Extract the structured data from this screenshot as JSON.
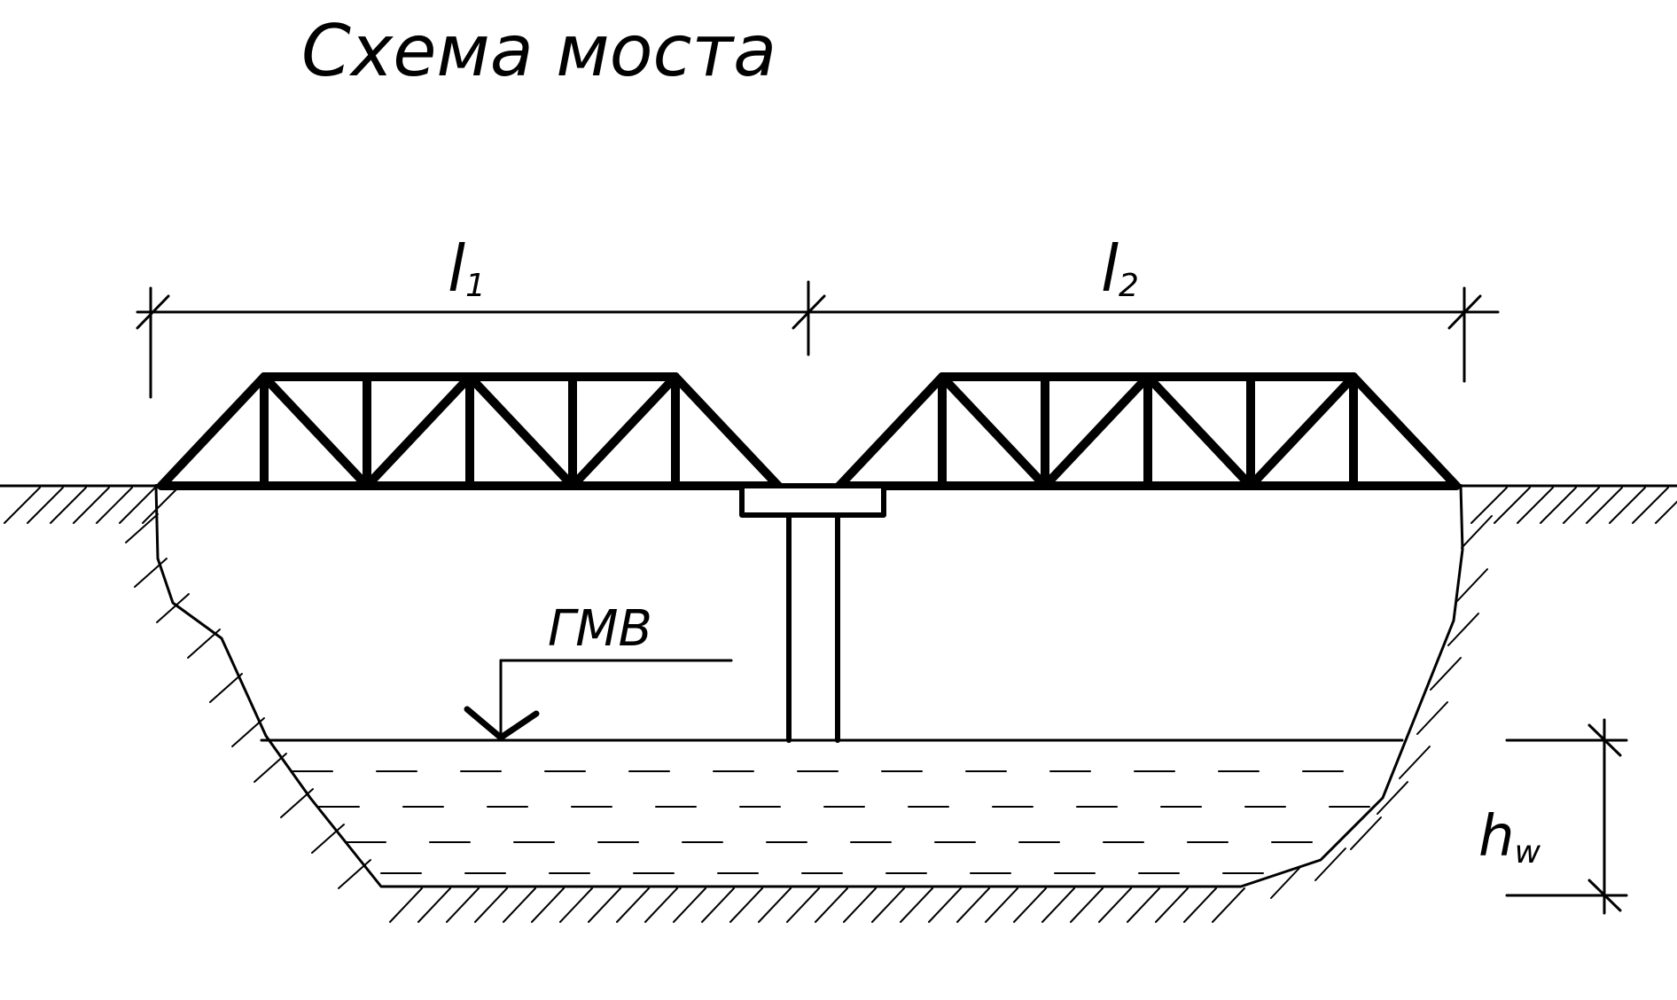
{
  "title": "Схема моста",
  "labels": {
    "span1": {
      "main": "l",
      "sub": "1"
    },
    "span2": {
      "main": "l",
      "sub": "2"
    },
    "water_level": "ГМВ",
    "depth": {
      "main": "h",
      "sub": "w"
    }
  },
  "colors": {
    "ink": "#000000",
    "background": "#ffffff"
  }
}
